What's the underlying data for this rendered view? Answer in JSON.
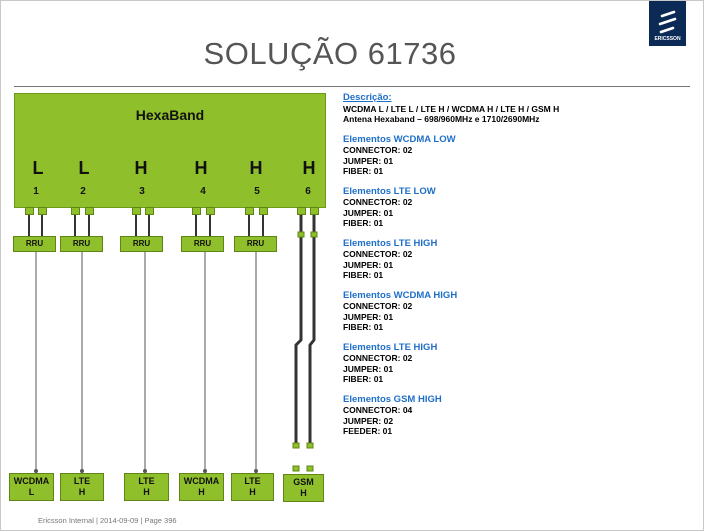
{
  "title": "SOLUÇÃO 61736",
  "logo_text": "ERICSSON",
  "hexaband": {
    "label": "HexaBand",
    "bands": [
      "L",
      "L",
      "H",
      "H",
      "H",
      "H"
    ],
    "ports": [
      "1",
      "2",
      "3",
      "4",
      "5",
      "6"
    ]
  },
  "rru_label": "RRU",
  "bottom_boxes": [
    {
      "line1": "WCDMA",
      "line2": "L"
    },
    {
      "line1": "LTE",
      "line2": "H"
    },
    {
      "line1": "LTE",
      "line2": "H"
    },
    {
      "line1": "WCDMA",
      "line2": "H"
    },
    {
      "line1": "LTE",
      "line2": "H"
    },
    {
      "line1": "GSM",
      "line2": "H"
    }
  ],
  "description": {
    "heading": "Descrição:",
    "line1": "WCDMA L / LTE L / LTE H / WCDMA H / LTE H / GSM H",
    "line2": "Antena Hexaband – 698/960MHz  e  1710/2690MHz"
  },
  "groups": [
    {
      "heading": "Elementos WCDMA LOW",
      "items": [
        "CONNECTOR: 02",
        "JUMPER: 01",
        "FIBER: 01"
      ]
    },
    {
      "heading": "Elementos LTE LOW",
      "items": [
        "CONNECTOR: 02",
        "JUMPER: 01",
        "FIBER: 01"
      ]
    },
    {
      "heading": "Elementos LTE HIGH",
      "items": [
        "CONNECTOR: 02",
        "JUMPER: 01",
        "FIBER: 01"
      ]
    },
    {
      "heading": "Elementos WCDMA HIGH",
      "items": [
        "CONNECTOR: 02",
        "JUMPER: 01",
        "FIBER: 01"
      ]
    },
    {
      "heading": "Elementos LTE HIGH",
      "items": [
        "CONNECTOR: 02",
        "JUMPER: 01",
        "FIBER: 01"
      ]
    },
    {
      "heading": "Elementos GSM HIGH",
      "items": [
        "CONNECTOR: 04",
        "JUMPER: 02",
        "FEEDER: 01"
      ]
    }
  ],
  "footer": "Ericsson Internal  |  2014-09-09  |  Page 396"
}
